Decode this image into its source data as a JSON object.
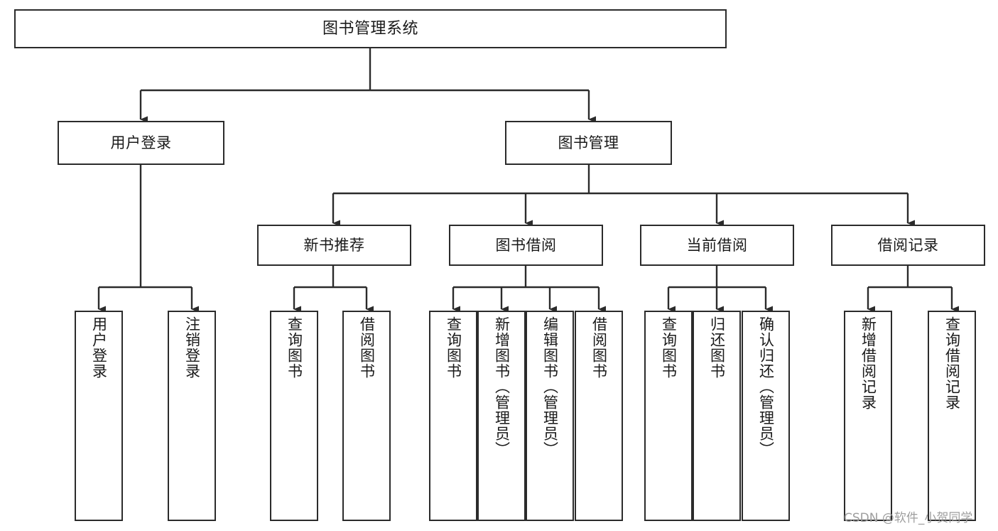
{
  "diagram": {
    "title": "图书管理系统",
    "type": "tree-hierarchy",
    "orientation": "top-down",
    "colors": {
      "node_border": "#2b2b2b",
      "node_fill": "#ffffff",
      "connector": "#2b2b2b",
      "text": "#1a1a1a",
      "watermark": "#9e9e9e",
      "background": "#ffffff"
    },
    "levels": {
      "root": "图书管理系统",
      "level2": [
        "用户登录",
        "图书管理"
      ],
      "level3": [
        "新书推荐",
        "图书借阅",
        "当前借阅",
        "借阅记录"
      ]
    },
    "nodes": {
      "root": {
        "label": "图书管理系统"
      },
      "user_login": {
        "label": "用户登录"
      },
      "book_manage": {
        "label": "图书管理"
      },
      "new_book_rec": {
        "label": "新书推荐"
      },
      "book_borrow": {
        "label": "图书借阅"
      },
      "current_borrow": {
        "label": "当前借阅"
      },
      "borrow_record": {
        "label": "借阅记录"
      },
      "leaf_user_login": {
        "label": "用户登录"
      },
      "leaf_user_logout": {
        "label": "注销登录"
      },
      "leaf_query_book_a": {
        "label": "查询图书"
      },
      "leaf_borrow_book_a": {
        "label": "借阅图书"
      },
      "leaf_query_book_b": {
        "label": "查询图书"
      },
      "leaf_add_book": {
        "label": "新增图书（管理员）"
      },
      "leaf_edit_book": {
        "label": "编辑图书（管理员）"
      },
      "leaf_borrow_book_b": {
        "label": "借阅图书"
      },
      "leaf_query_book_c": {
        "label": "查询图书"
      },
      "leaf_return_book": {
        "label": "归还图书"
      },
      "leaf_confirm_return": {
        "label": "确认归还（管理员）"
      },
      "leaf_add_record": {
        "label": "新增借阅记录"
      },
      "leaf_query_record": {
        "label": "查询借阅记录"
      }
    },
    "edges": [
      {
        "from": "root",
        "to": "user_login"
      },
      {
        "from": "root",
        "to": "book_manage"
      },
      {
        "from": "user_login",
        "to": "leaf_user_login"
      },
      {
        "from": "user_login",
        "to": "leaf_user_logout"
      },
      {
        "from": "book_manage",
        "to": "new_book_rec"
      },
      {
        "from": "book_manage",
        "to": "book_borrow"
      },
      {
        "from": "book_manage",
        "to": "current_borrow"
      },
      {
        "from": "book_manage",
        "to": "borrow_record"
      },
      {
        "from": "new_book_rec",
        "to": "leaf_query_book_a"
      },
      {
        "from": "new_book_rec",
        "to": "leaf_borrow_book_a"
      },
      {
        "from": "book_borrow",
        "to": "leaf_query_book_b"
      },
      {
        "from": "book_borrow",
        "to": "leaf_add_book"
      },
      {
        "from": "book_borrow",
        "to": "leaf_edit_book"
      },
      {
        "from": "book_borrow",
        "to": "leaf_borrow_book_b"
      },
      {
        "from": "current_borrow",
        "to": "leaf_query_book_c"
      },
      {
        "from": "current_borrow",
        "to": "leaf_return_book"
      },
      {
        "from": "current_borrow",
        "to": "leaf_confirm_return"
      },
      {
        "from": "borrow_record",
        "to": "leaf_add_record"
      },
      {
        "from": "borrow_record",
        "to": "leaf_query_record"
      }
    ]
  },
  "watermark": {
    "text": "CSDN @软件_小贺同学"
  }
}
